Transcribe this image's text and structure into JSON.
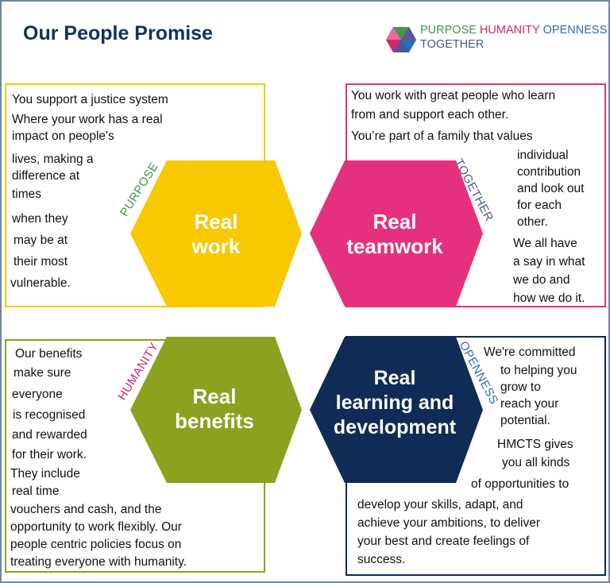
{
  "title": "Our People Promise",
  "logo": {
    "words": [
      "PURPOSE",
      "HUMANITY",
      "OPENNESS",
      "TOGETHER"
    ],
    "colors": [
      "#3f9a4a",
      "#d6256f",
      "#2b6fb3",
      "#4a5a8e"
    ]
  },
  "colors": {
    "title": "#14305f",
    "purpose_yellow": "#f8c800",
    "teamwork_pink": "#e5317d",
    "benefits_green": "#8ba120",
    "learning_navy": "#0f2b56"
  },
  "quadrants": {
    "work": {
      "hex_lines": [
        "Real",
        "work"
      ],
      "value_word": "PURPOSE",
      "text_lines": [
        "You support a justice system",
        " Where your work has a real",
        "impact on people's",
        "lives, making a",
        "difference at",
        "times",
        "when they",
        "may be at",
        "their most",
        "vulnerable."
      ]
    },
    "teamwork": {
      "hex_lines": [
        "Real",
        "teamwork"
      ],
      "value_word": "TOGETHER",
      "text_lines": [
        "You work with great people who learn",
        "from and support each other.",
        "You’re part of a family that values",
        "individual",
        "contribution",
        "and look out",
        "for each",
        "other.",
        "We all have",
        "a say in what",
        "we do and",
        "how we do it."
      ]
    },
    "benefits": {
      "hex_lines": [
        "Real",
        "benefits"
      ],
      "value_word": "HUMANITY",
      "text_lines": [
        "Our benefits",
        "make sure",
        "everyone",
        "is recognised",
        "and rewarded",
        "for their work.",
        "They include",
        "real  time",
        "vouchers and cash, and the",
        "opportunity to work flexibly. Our",
        "people centric policies focus on",
        "treating everyone with humanity."
      ]
    },
    "learning": {
      "hex_lines": [
        "Real",
        "learning and",
        "development"
      ],
      "value_word": "OPENNESS",
      "text_lines": [
        "We're committed",
        "to helping you",
        "grow to",
        "reach your",
        "potential.",
        "HMCTS gives",
        "you all kinds",
        "of opportunities to",
        "develop your skills, adapt, and",
        "achieve your ambitions, to deliver",
        "your best and create feelings of",
        "success."
      ]
    }
  }
}
